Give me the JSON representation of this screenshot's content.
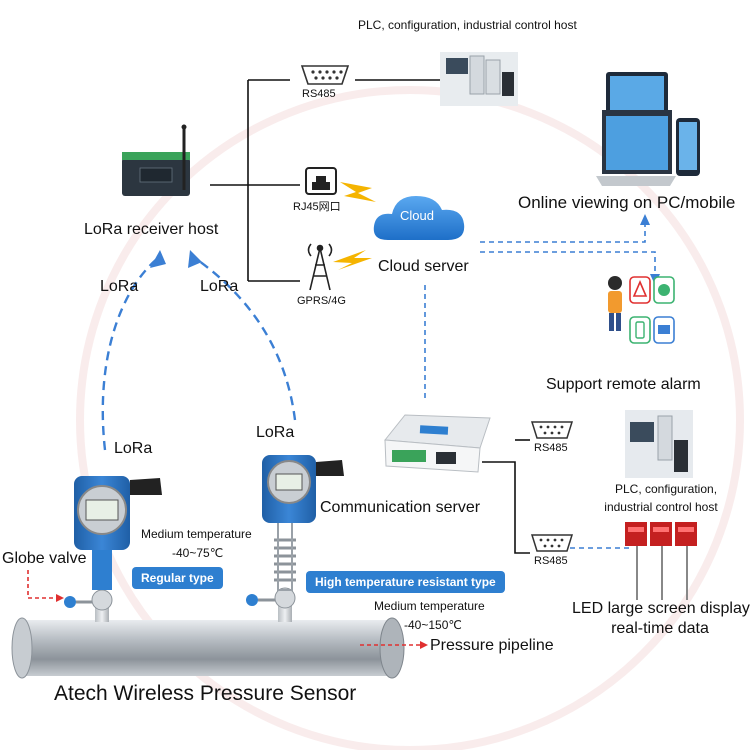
{
  "diagram": {
    "title": "Atech Wireless Pressure Sensor",
    "nodes": {
      "plc_top": "PLC, configuration, industrial control host",
      "rs485_top": "RS485",
      "rj45": "RJ45网口",
      "gprs": "GPRS/4G",
      "receiver": "LoRa receiver host",
      "cloud_icon_text": "Cloud",
      "cloud_server": "Cloud server",
      "online_viewing": "Online viewing on PC/mobile",
      "remote_alarm": "Support remote alarm",
      "comm_server": "Communication server",
      "rs485_mid": "RS485",
      "rs485_low": "RS485",
      "plc_right_line1": "PLC, configuration,",
      "plc_right_line2": "industrial control host",
      "led_line1": "LED large screen displays",
      "led_line2": "real-time data"
    },
    "lora_labels": {
      "left_upper": "LoRa",
      "right_upper": "LoRa",
      "left_sensor": "LoRa",
      "right_sensor": "LoRa"
    },
    "sensors": {
      "regular": {
        "temp_label": "Medium temperature",
        "temp_range": "-40~75℃",
        "type_tag": "Regular type"
      },
      "high_temp": {
        "temp_label": "Medium temperature",
        "temp_range": "-40~150℃",
        "type_tag": "High temperature resistant type"
      }
    },
    "pipeline": {
      "globe_valve": "Globe valve",
      "pressure_pipeline": "Pressure pipeline"
    },
    "colors": {
      "accent_blue": "#2e7fd0",
      "dashed_blue": "#3b7fd4",
      "alarm_red": "#e03030",
      "pipe_grey": "#9aa1a8"
    }
  }
}
